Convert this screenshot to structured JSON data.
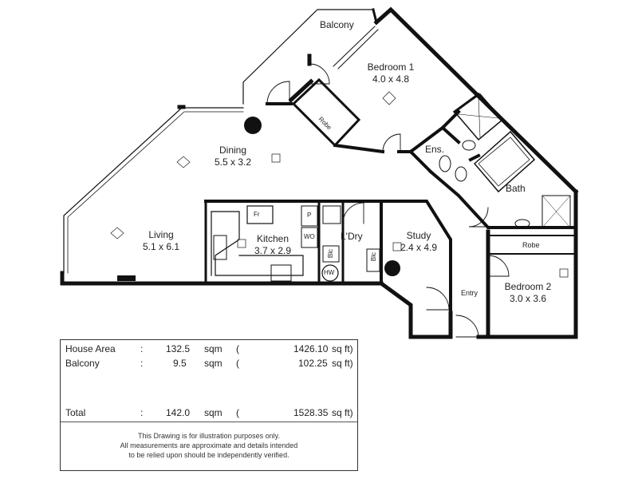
{
  "rooms": {
    "balcony": "Balcony",
    "bedroom1": {
      "name": "Bedroom 1",
      "size": "4.0 x 4.8"
    },
    "robe1": "Robe",
    "ensuite": "Ens.",
    "dining": {
      "name": "Dining",
      "size": "5.5 x 3.2"
    },
    "living": {
      "name": "Living",
      "size": "5.1 x 6.1"
    },
    "kitchen": {
      "name": "Kitchen",
      "size": "3.7 x 2.9"
    },
    "laundry": "L'Dry",
    "study": {
      "name": "Study",
      "size": "2.4 x 4.9"
    },
    "bath": "Bath",
    "robe2": "Robe",
    "entry": "Entry",
    "bedroom2": {
      "name": "Bedroom 2",
      "size": "3.0 x 3.6"
    }
  },
  "fixtures": {
    "fridge": "Fr",
    "pantry": "P",
    "wall_oven": "WO",
    "linen1": "Blc",
    "linen2": "Blc",
    "hot_water": "HW"
  },
  "areas": [
    {
      "label": "House Area",
      "colon": ":",
      "sqm": "132.5",
      "unit": "sqm",
      "paren": "(",
      "sqft": "1426.10",
      "sqft_unit": "sq ft)"
    },
    {
      "label": "Balcony",
      "colon": ":",
      "sqm": "9.5",
      "unit": "sqm",
      "paren": "(",
      "sqft": "102.25",
      "sqft_unit": "sq ft)"
    },
    {
      "label": "Total",
      "colon": ":",
      "sqm": "142.0",
      "unit": "sqm",
      "paren": "(",
      "sqft": "1528.35",
      "sqft_unit": "sq ft)"
    }
  ],
  "disclaimer": [
    "This Drawing is for illustration purposes only.",
    "All measurements are approximate and details intended",
    "to be relied upon should be independently verified."
  ]
}
